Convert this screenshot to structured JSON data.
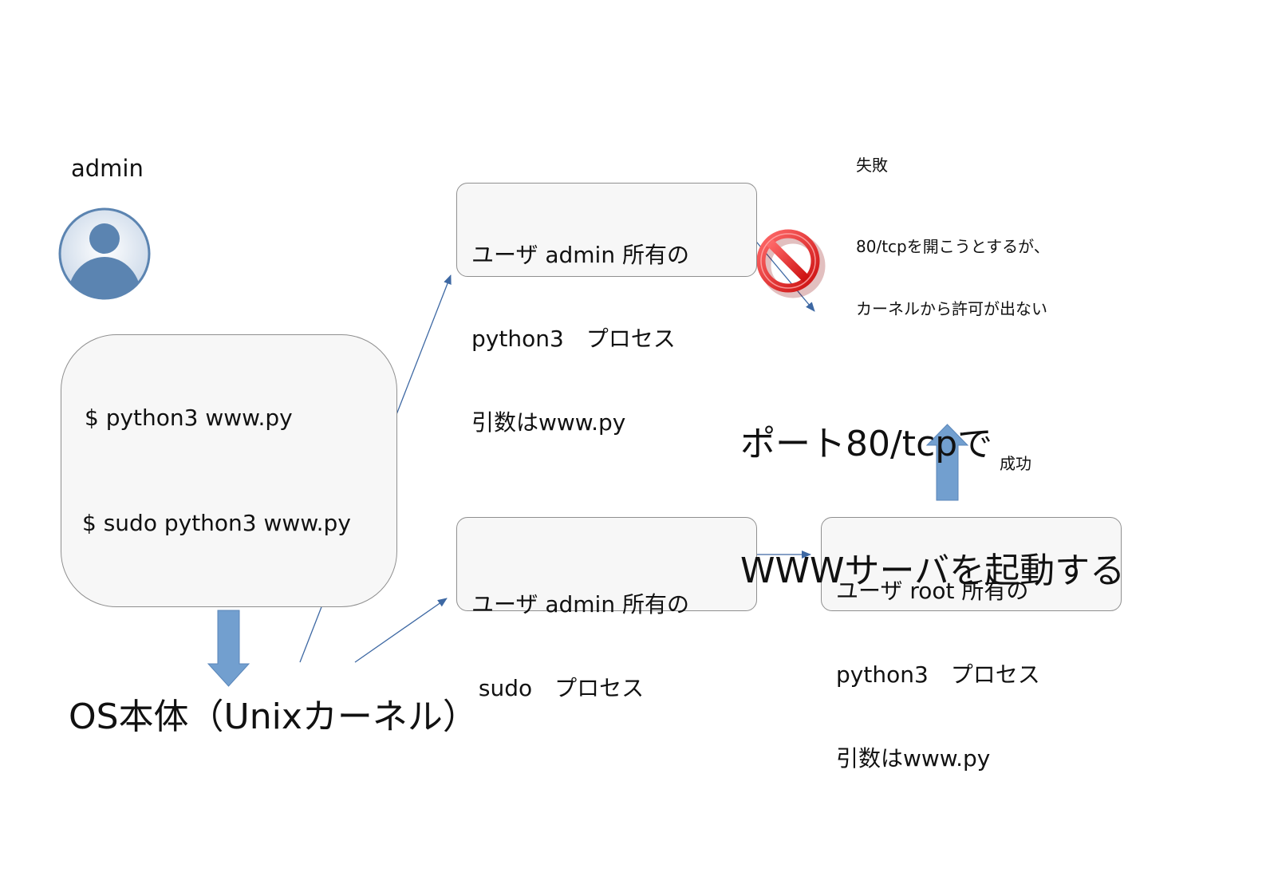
{
  "user": {
    "name": "admin",
    "icon": "user-avatar-icon"
  },
  "terminal": {
    "cmd1": "$ python3 www.py",
    "cmd2": "$ sudo python3 www.py"
  },
  "os_label": "OS本体（Unixカーネル）",
  "process_admin_python": {
    "lines": [
      "ユーザ admin 所有の",
      "python3　プロセス",
      "引数はwww.py"
    ]
  },
  "process_sudo": {
    "lines": [
      "ユーザ admin 所有の",
      " sudo　プロセス"
    ]
  },
  "process_root_python": {
    "lines": [
      "ユーザ root 所有の",
      "python3　プロセス",
      "引数はwww.py"
    ]
  },
  "target": {
    "lines": [
      "ポート80/tcpで",
      "WWWサーバを起動する"
    ]
  },
  "failure": {
    "title": "失敗",
    "message": [
      "80/tcpを開こうとするが、",
      "カーネルから許可が出ない"
    ],
    "icon": "prohibited-icon"
  },
  "success": {
    "label": "成功"
  },
  "colors": {
    "arrow": "#3d68a3",
    "block_arrow": "#729fcf",
    "avatar": "#5b84b1",
    "prohibit": "#ff2a2a"
  }
}
